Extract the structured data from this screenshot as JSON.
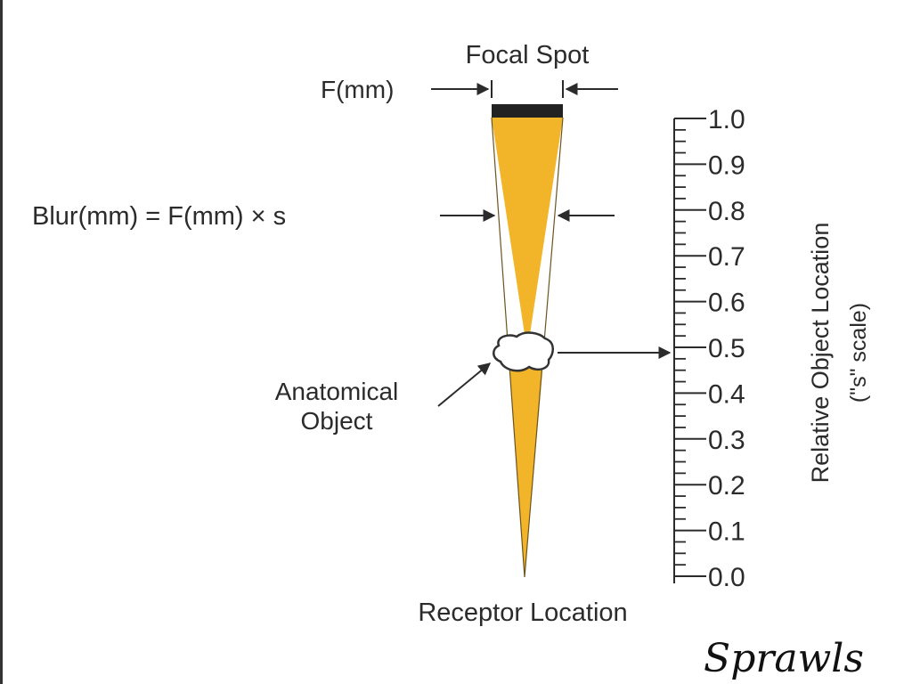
{
  "labels": {
    "focal_spot": "Focal Spot",
    "f_mm": "F(mm)",
    "blur_formula": "Blur(mm) = F(mm) × s",
    "anatomical_line1": "Anatomical",
    "anatomical_line2": "Object",
    "receptor_location": "Receptor Location",
    "axis_title_line1": "Relative Object Location",
    "axis_title_line2": "(\"s\" scale)",
    "signature": "Sprawls"
  },
  "scale": {
    "ticks": [
      "1.0",
      "0.9",
      "0.8",
      "0.7",
      "0.6",
      "0.5",
      "0.4",
      "0.3",
      "0.2",
      "0.1",
      "0.0"
    ],
    "object_location": 0.5,
    "blur_location": 0.8
  },
  "colors": {
    "beam": "#f2b52a",
    "focal_spot": "#222222",
    "text": "#2b2b2b",
    "object_fill": "#ffffff"
  }
}
